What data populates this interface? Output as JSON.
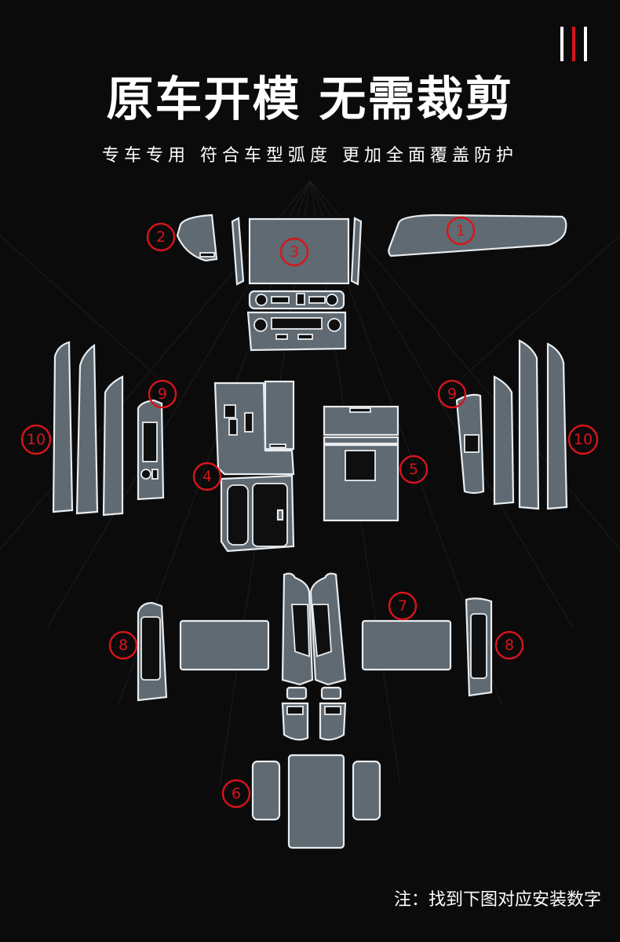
{
  "header": {
    "title": "原车开模 无需裁剪",
    "subtitle": "专车专用 符合车型弧度 更加全面覆盖防护"
  },
  "footer": {
    "note": "注：找到下图对应安装数字"
  },
  "markers": {
    "m1": "1",
    "m2": "2",
    "m3": "3",
    "m4": "4",
    "m5": "5",
    "m6": "6",
    "m7": "7",
    "m8": "8",
    "m9": "9",
    "m10": "10"
  },
  "colors": {
    "background": "#0b0b0c",
    "piece_fill": "#5f6a72",
    "outline": "#e8ecef",
    "marker_red": "#d8141b",
    "brand_red": "#d8141b"
  },
  "icons": {
    "logo": "three-vertical-bars-logo"
  }
}
